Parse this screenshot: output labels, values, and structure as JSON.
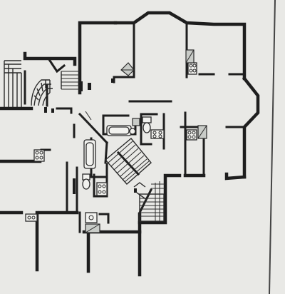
{
  "figure": {
    "kind": "architectural-floor-plan",
    "colors": {
      "paper": "#e9e9e6",
      "wall": "#1e1e1e",
      "fixture": "#f2f2ef",
      "lightwell": "#c9ccc8"
    },
    "rooms": [
      {
        "name": "left-stair"
      },
      {
        "name": "left-corridor"
      },
      {
        "name": "top-center-room"
      },
      {
        "name": "bay-room"
      },
      {
        "name": "top-right-room"
      },
      {
        "name": "right-hexagonal-bay"
      },
      {
        "name": "center-bathroom"
      },
      {
        "name": "center-stair"
      },
      {
        "name": "lower-stair"
      },
      {
        "name": "bottom-left-room"
      },
      {
        "name": "bottom-center-room"
      },
      {
        "name": "right-room"
      }
    ]
  }
}
